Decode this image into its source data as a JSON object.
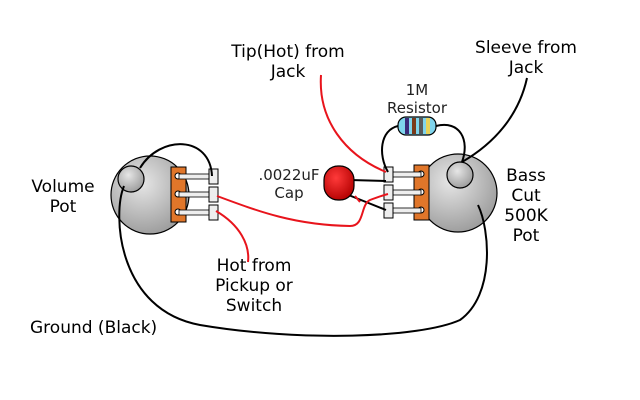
{
  "labels": {
    "tip": {
      "lines": [
        "Tip(Hot) from",
        "Jack"
      ]
    },
    "sleeve": {
      "lines": [
        "Sleeve from",
        "Jack"
      ]
    },
    "resistor": {
      "lines": [
        "1M",
        "Resistor"
      ]
    },
    "cap": {
      "lines": [
        ".0022uF",
        "Cap"
      ]
    },
    "volume": {
      "lines": [
        "Volume",
        "Pot"
      ]
    },
    "bass": {
      "lines": [
        "Bass",
        "Cut",
        "500K",
        "Pot"
      ]
    },
    "hot": {
      "lines": [
        "Hot from",
        "Pickup or",
        "Switch"
      ]
    },
    "ground": {
      "text": "Ground (Black)"
    }
  },
  "colors": {
    "hot_wire": "#e8141c",
    "ground_wire": "#000000",
    "pot_body": "#b9b9b9",
    "lug_plate": "#e0762a",
    "cap": "#cc0000",
    "resistor_body": "#7fd4ec"
  }
}
